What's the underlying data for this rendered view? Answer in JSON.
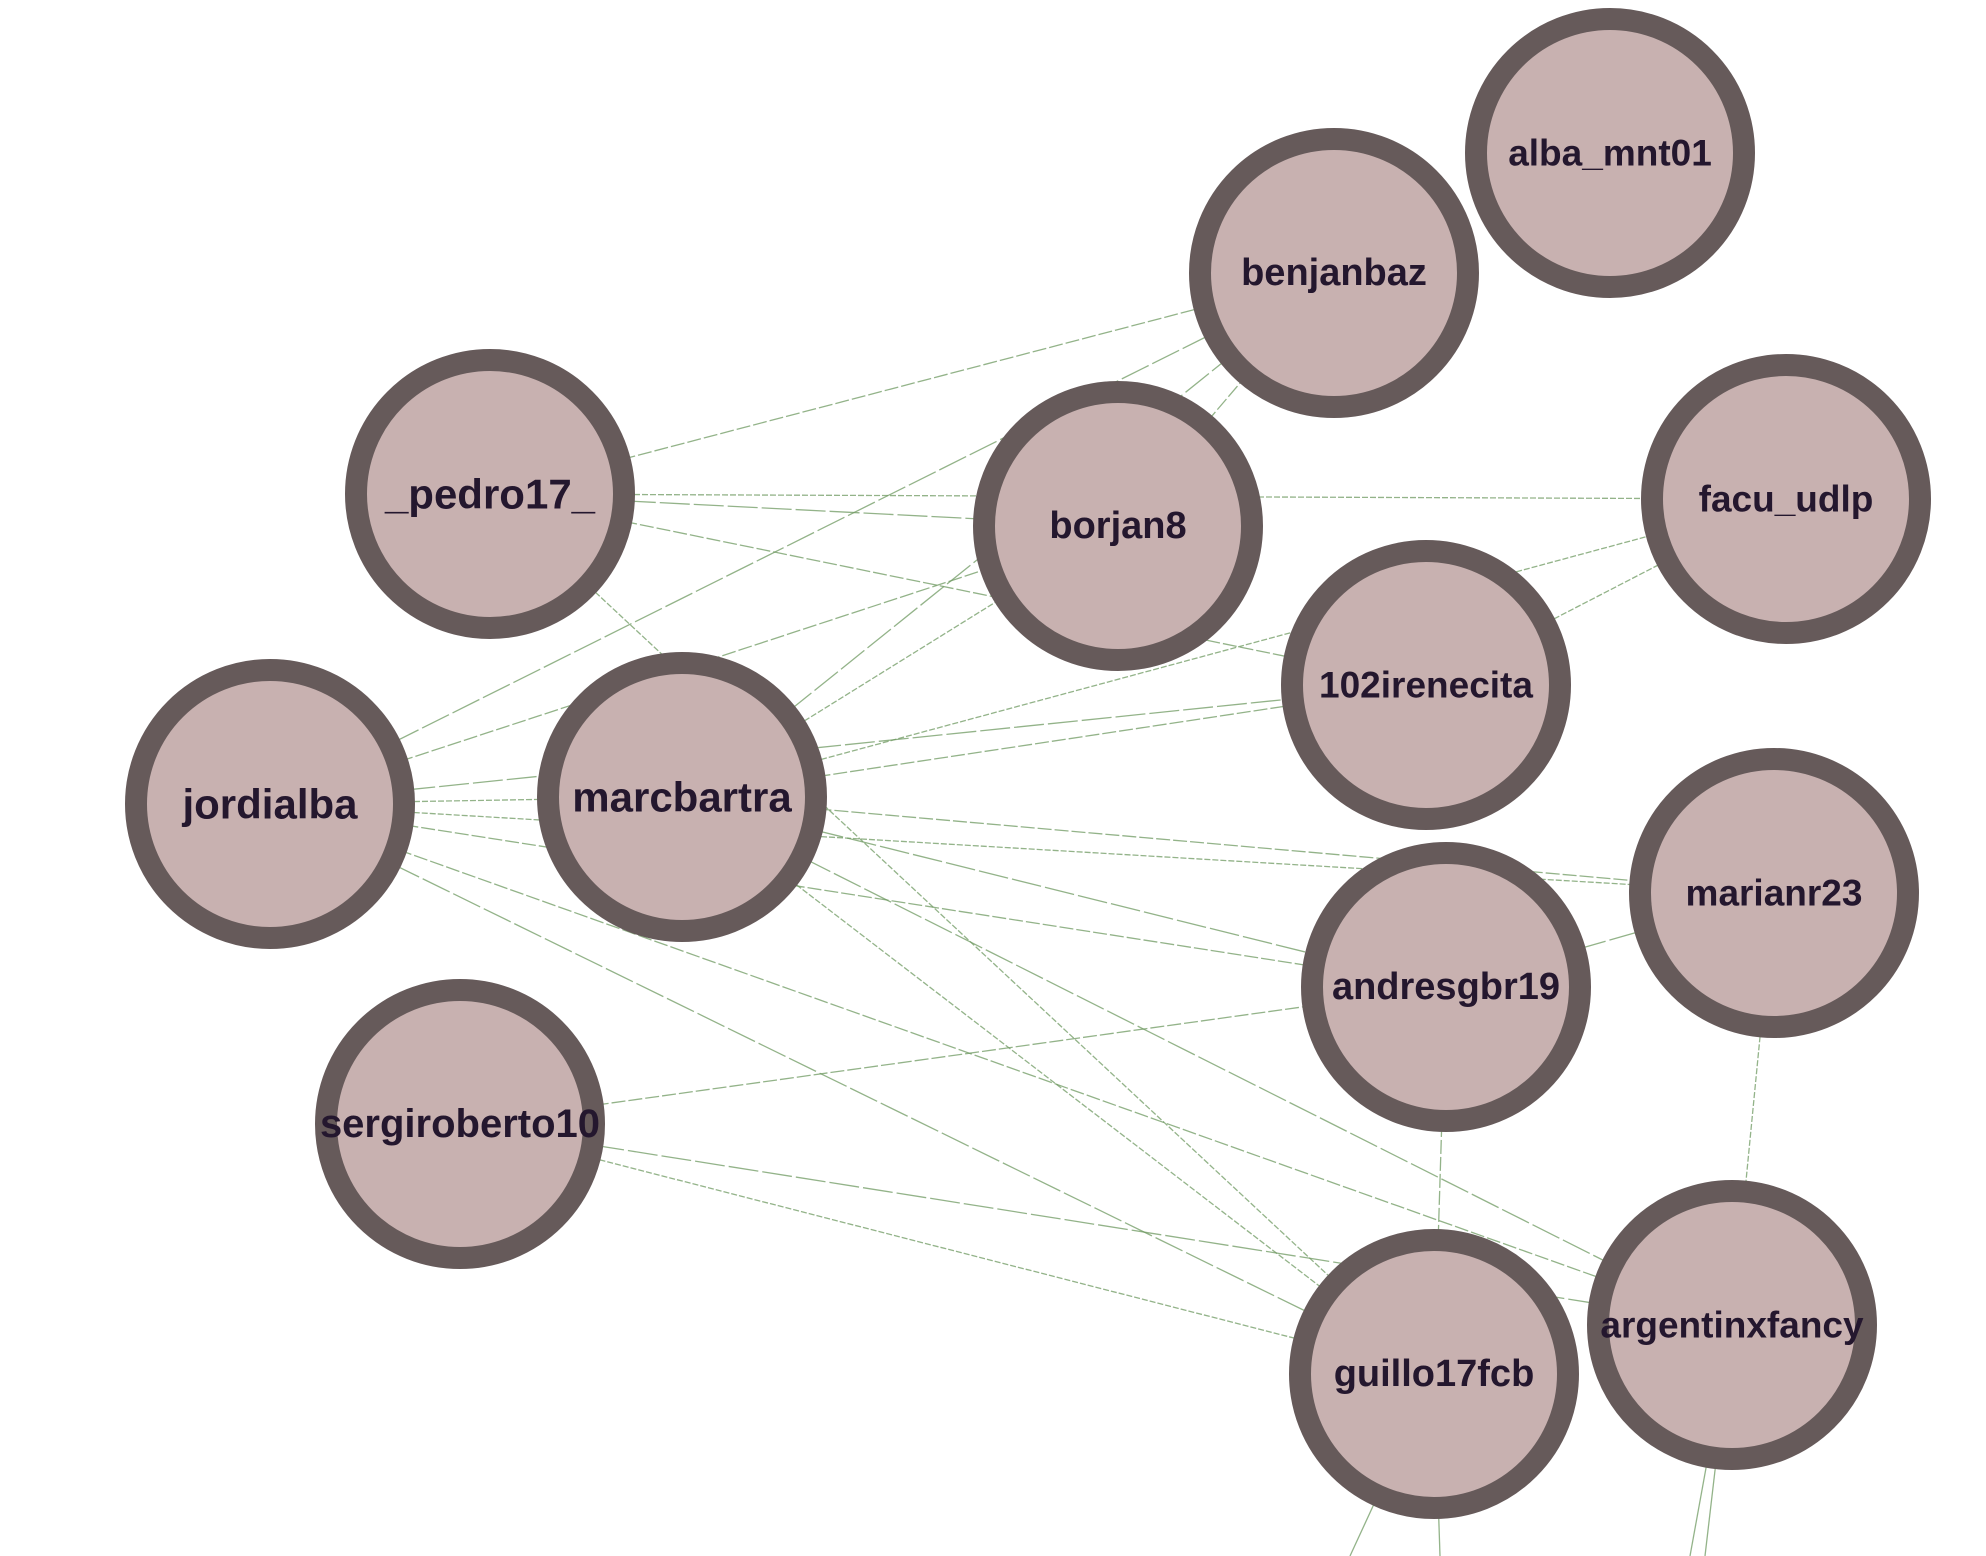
{
  "colors": {
    "background": "#ffffff",
    "node_fill": "#c8b1b0",
    "node_border": "#665a5a",
    "edge": "#6f9a62",
    "label": "#24172e"
  },
  "graph": {
    "nodes": [
      {
        "id": "alba_mnt01",
        "label": "alba_mnt01"
      },
      {
        "id": "benjanbaz",
        "label": "benjanbaz"
      },
      {
        "id": "_pedro17_",
        "label": "_pedro17_"
      },
      {
        "id": "borjan8",
        "label": "borjan8"
      },
      {
        "id": "facu_udlp",
        "label": "facu_udlp"
      },
      {
        "id": "102irenecita",
        "label": "102irenecita"
      },
      {
        "id": "jordialba",
        "label": "jordialba"
      },
      {
        "id": "marcbartra",
        "label": "marcbartra"
      },
      {
        "id": "marianr23",
        "label": "marianr23"
      },
      {
        "id": "andresgbr19",
        "label": "andresgbr19"
      },
      {
        "id": "sergiroberto10",
        "label": "sergiroberto10"
      },
      {
        "id": "guillo17fcb",
        "label": "guillo17fcb"
      },
      {
        "id": "argentinxfancy",
        "label": "argentinxfancy"
      }
    ],
    "edges": [
      [
        "_pedro17_",
        "benjanbaz"
      ],
      [
        "_pedro17_",
        "facu_udlp"
      ],
      [
        "_pedro17_",
        "borjan8"
      ],
      [
        "_pedro17_",
        "102irenecita"
      ],
      [
        "_pedro17_",
        "guillo17fcb"
      ],
      [
        "jordialba",
        "benjanbaz"
      ],
      [
        "jordialba",
        "borjan8"
      ],
      [
        "jordialba",
        "marcbartra"
      ],
      [
        "jordialba",
        "102irenecita"
      ],
      [
        "jordialba",
        "andresgbr19"
      ],
      [
        "jordialba",
        "marianr23"
      ],
      [
        "jordialba",
        "guillo17fcb"
      ],
      [
        "jordialba",
        "argentinxfancy"
      ],
      [
        "marcbartra",
        "borjan8"
      ],
      [
        "marcbartra",
        "benjanbaz"
      ],
      [
        "marcbartra",
        "102irenecita"
      ],
      [
        "marcbartra",
        "facu_udlp"
      ],
      [
        "marcbartra",
        "andresgbr19"
      ],
      [
        "marcbartra",
        "marianr23"
      ],
      [
        "marcbartra",
        "guillo17fcb"
      ],
      [
        "marcbartra",
        "argentinxfancy"
      ],
      [
        "sergiroberto10",
        "andresgbr19"
      ],
      [
        "sergiroberto10",
        "guillo17fcb"
      ],
      [
        "sergiroberto10",
        "argentinxfancy"
      ],
      [
        "borjan8",
        "benjanbaz"
      ],
      [
        "102irenecita",
        "facu_udlp"
      ],
      [
        "andresgbr19",
        "marianr23"
      ],
      [
        "andresgbr19",
        "guillo17fcb"
      ],
      [
        "marianr23",
        "argentinxfancy"
      ]
    ]
  }
}
